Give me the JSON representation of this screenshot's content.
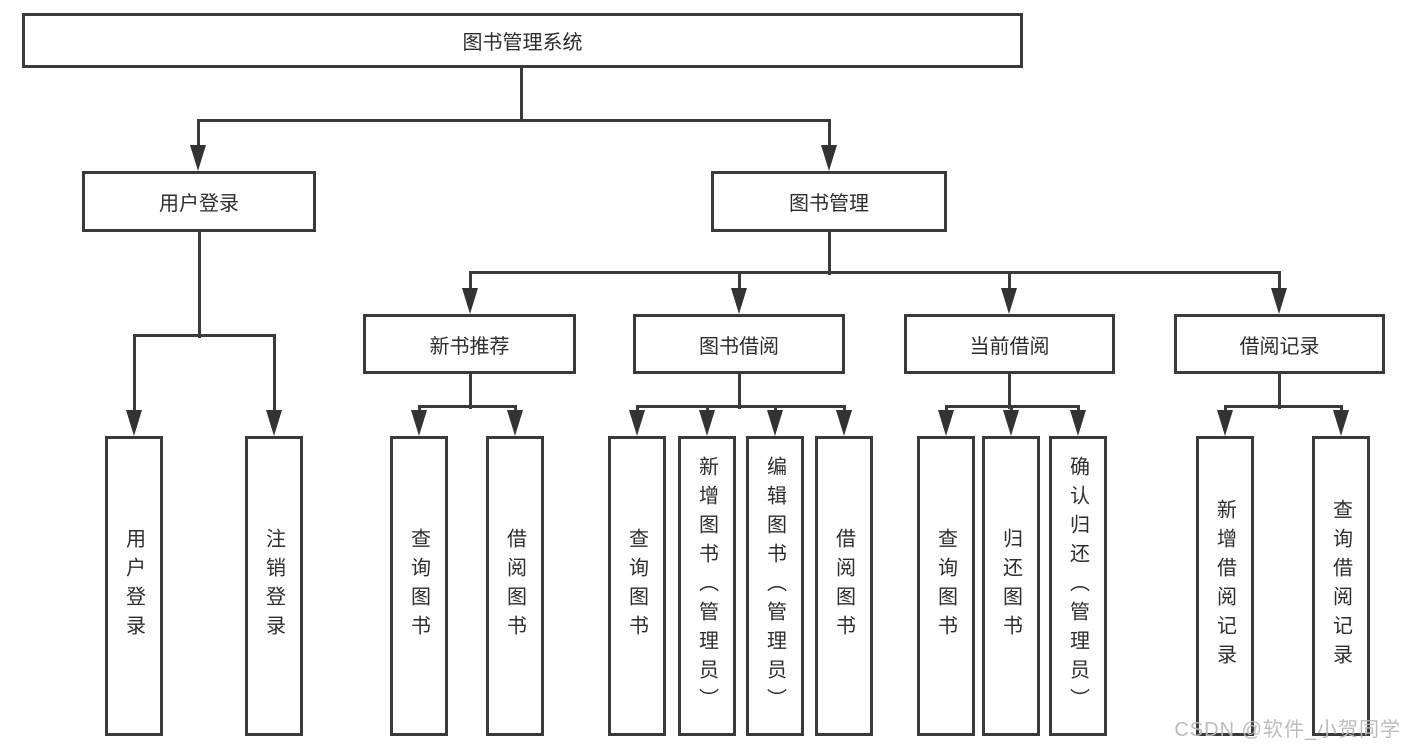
{
  "diagram": {
    "type": "hierarchy-tree",
    "colors": {
      "line": "#3a3a3a",
      "text": "#2d2d2d",
      "background": "#ffffff",
      "watermark": "#b9b9b9"
    },
    "watermark": "CSDN @软件_小贺同学",
    "tree": {
      "root": "图书管理系统",
      "branches": [
        {
          "label": "用户登录",
          "children": [
            "用户登录",
            "注销登录"
          ]
        },
        {
          "label": "图书管理",
          "children": [
            {
              "label": "新书推荐",
              "children": [
                "查询图书",
                "借阅图书"
              ]
            },
            {
              "label": "图书借阅",
              "children": [
                "查询图书",
                "新增图书（管理员）",
                "编辑图书（管理员）",
                "借阅图书"
              ]
            },
            {
              "label": "当前借阅",
              "children": [
                "查询图书",
                "归还图书",
                "确认归还（管理员）"
              ]
            },
            {
              "label": "借阅记录",
              "children": [
                "新增借阅记录",
                "查询借阅记录"
              ]
            }
          ]
        }
      ]
    }
  }
}
